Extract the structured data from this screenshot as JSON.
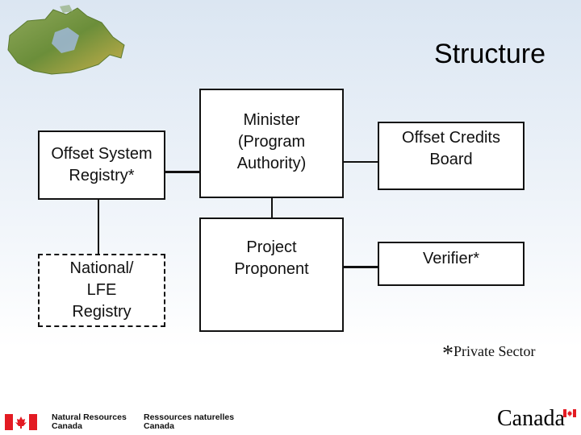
{
  "slide": {
    "title": "Structure",
    "footnote_mark": "*",
    "footnote": "Private Sector"
  },
  "nodes": {
    "offset_registry": "Offset System\nRegistry*",
    "national_registry": "National/\nLFE\nRegistry",
    "minister": "Minister\n(Program\nAuthority)",
    "proponent": "Project\nProponent",
    "credits_board": "Offset Credits\nBoard",
    "verifier": "Verifier*"
  },
  "footer": {
    "dept_en_line1": "Natural Resources",
    "dept_en_line2": "Canada",
    "dept_fr_line1": "Ressources naturelles",
    "dept_fr_line2": "Canada",
    "wordmark": "Canada"
  },
  "colors": {
    "flag_red": "#e31b23",
    "map_green": "#6b8e3a",
    "map_yellow": "#c9b04a"
  }
}
